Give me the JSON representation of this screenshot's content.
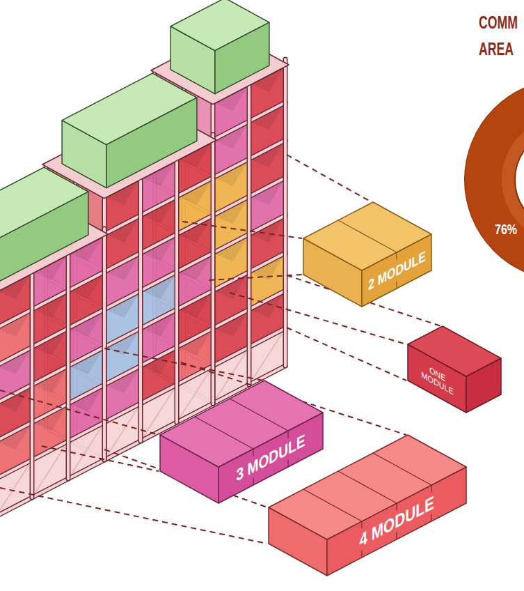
{
  "diagram": {
    "nodes": [
      {
        "text": [
          "2 MODULE"
        ]
      },
      {
        "text": [
          "ONE MODULE"
        ]
      },
      {
        "text": [
          "3 MODULE"
        ]
      },
      {
        "text": [
          "4 MODULE"
        ]
      }
    ],
    "labels": [
      "COMM",
      "AREA",
      "76%"
    ]
  }
}
